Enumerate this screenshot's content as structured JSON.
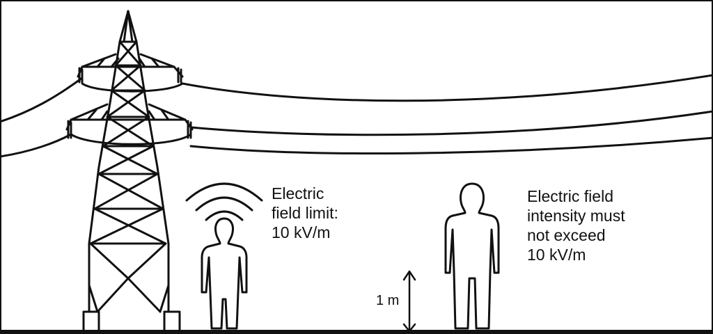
{
  "labels": {
    "field_limit": [
      "Electric",
      "field limit:",
      "10 kV/m"
    ],
    "intensity_rule": [
      "Electric field",
      "intensity must",
      "not exceed",
      "10 kV/m"
    ],
    "height_marker": "1 m"
  },
  "colors": {
    "stroke": "#111111",
    "background": "#ffffff",
    "frame": "#111111"
  },
  "icons": [
    "transmission-tower-icon",
    "power-line-icon",
    "person-icon",
    "electric-field-waves-icon",
    "height-arrow-icon"
  ]
}
